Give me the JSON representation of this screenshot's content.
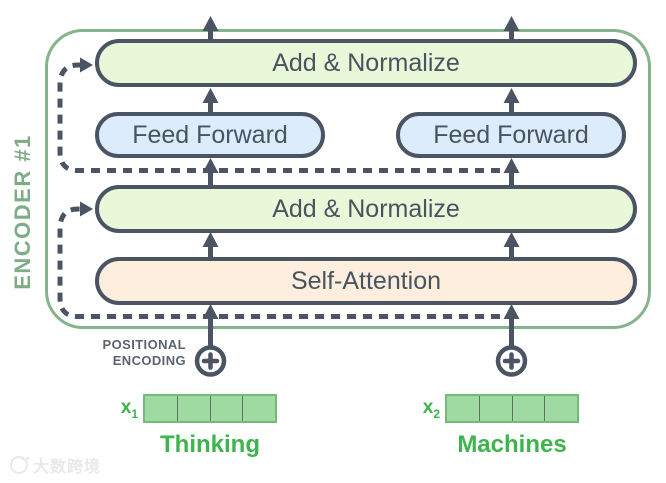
{
  "diagram": {
    "encoder_label": "ENCODER #1",
    "boxes": {
      "add_norm_top": "Add & Normalize",
      "ff_left": "Feed Forward",
      "ff_right": "Feed Forward",
      "add_norm_mid": "Add & Normalize",
      "self_attention": "Self-Attention"
    },
    "positional_encoding": {
      "line1": "POSITIONAL",
      "line2": "ENCODING"
    },
    "inputs": [
      {
        "var": "x",
        "sub": "1",
        "word": "Thinking",
        "cells": 4
      },
      {
        "var": "x",
        "sub": "2",
        "word": "Machines",
        "cells": 4
      }
    ],
    "watermark": {
      "text": "大数跨境"
    },
    "colors": {
      "outline_dark": "#4a5462",
      "box_text": "#485460",
      "add_normalize_fill": "#e9f8d8",
      "feed_forward_fill": "#ddecfb",
      "self_attention_fill": "#fdeede",
      "encoder_border_green": "#85b38c",
      "encoder_label_green": "#7dad85",
      "label_green": "#3db54c",
      "vector_fill": "#9edaa2",
      "vector_border": "#76ba7b",
      "vector_divider": "#5d7261",
      "positional_text": "#5b6470",
      "watermark_gray": "#e9e9e9"
    }
  }
}
